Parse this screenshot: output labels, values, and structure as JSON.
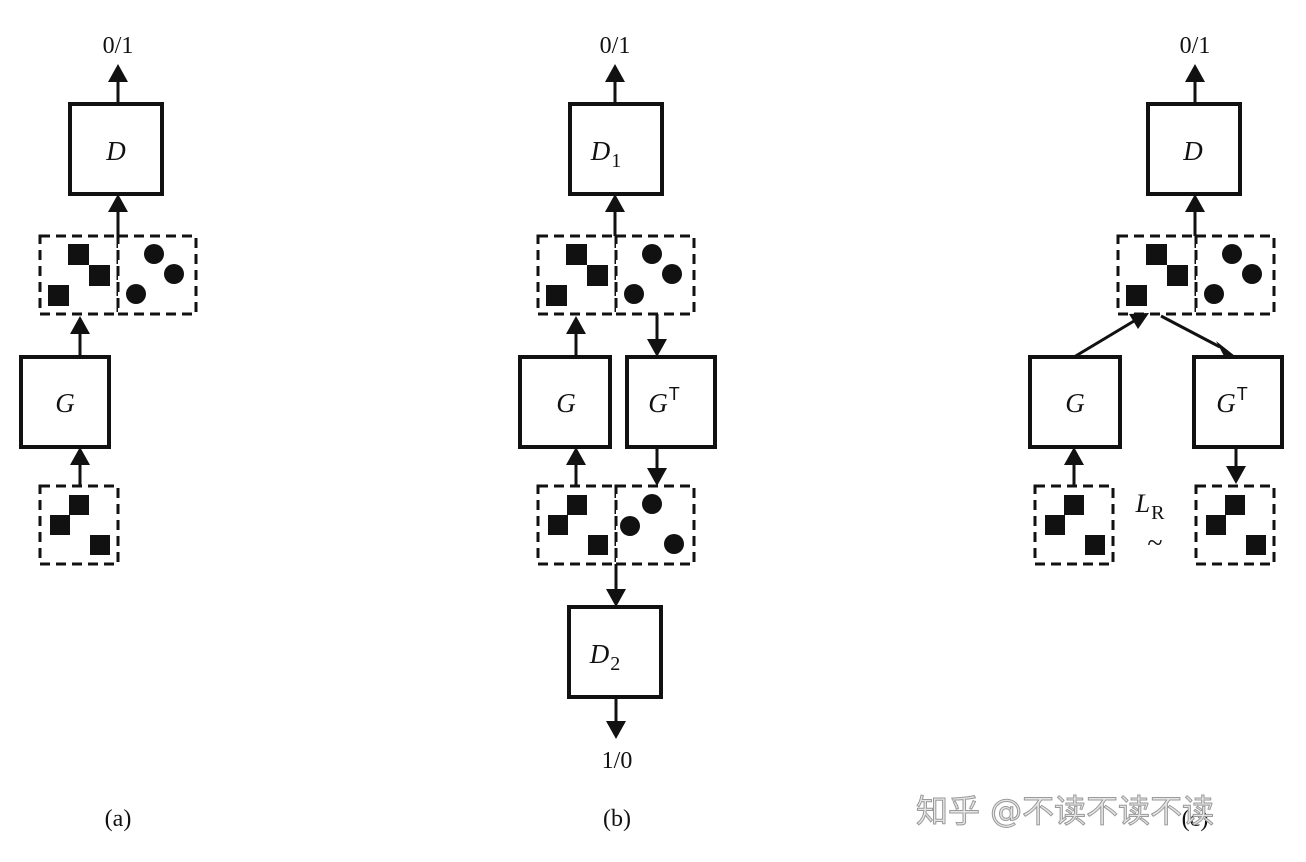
{
  "panel_a": {
    "caption": "(a)",
    "output_label": "0/1",
    "discriminator": "D",
    "generator": "G"
  },
  "panel_b": {
    "caption": "(b)",
    "output_top_label": "0/1",
    "output_bottom_label": "1/0",
    "discriminator_top": "D",
    "discriminator_top_sub": "1",
    "discriminator_bottom": "D",
    "discriminator_bottom_sub": "2",
    "generator": "G",
    "generator_transpose": "G",
    "transpose_mark": "T"
  },
  "panel_c": {
    "caption": "(c)",
    "output_label": "0/1",
    "discriminator": "D",
    "generator": "G",
    "generator_transpose": "G",
    "transpose_mark": "T",
    "loss": "L",
    "loss_sub": "R",
    "similar_symbol": "~"
  },
  "watermark": "知乎 @不读不读不读"
}
